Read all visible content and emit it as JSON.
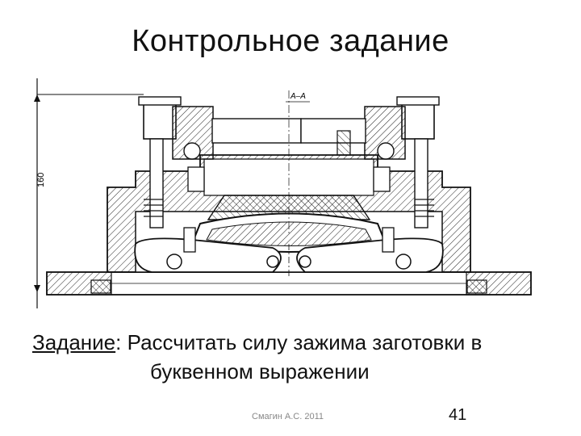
{
  "slide": {
    "title": "Контрольное задание",
    "task_label": "Задание",
    "task_separator": ":",
    "task_text_line1": " Рассчитать силу зажима заготовки в",
    "task_text_line2": "буквенном выражении",
    "author": "Смагин А.С. 2011",
    "page_number": "41"
  },
  "drawing": {
    "section_label": "А–А",
    "dimension_label": "160"
  }
}
